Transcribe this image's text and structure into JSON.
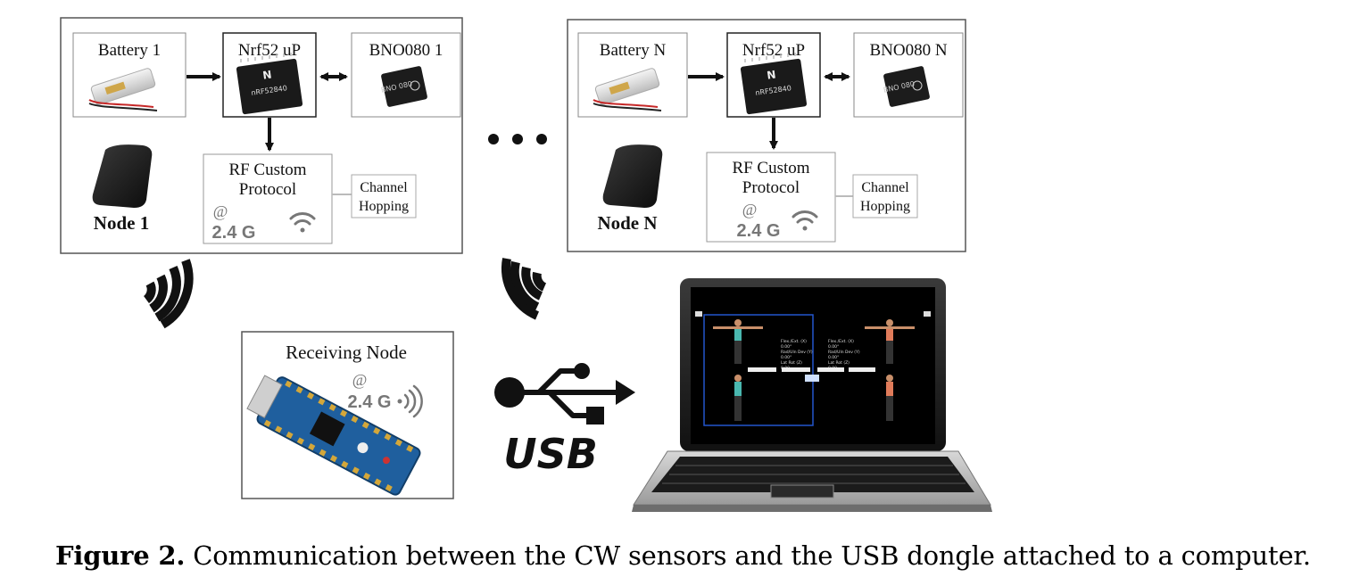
{
  "node1": {
    "battery_label": "Battery 1",
    "mcu_label": "Nrf52 uP",
    "sensor_label": "BNO080 1",
    "rf_line1": "RF Custom",
    "rf_line2": "Protocol",
    "rf_at": "@",
    "rf_freq": "2.4 G",
    "channel_line1": "Channel",
    "channel_line2": "Hopping",
    "node_label": "Node 1",
    "chip_text": "nRF52840",
    "sensor_chip_text": "BNO 080"
  },
  "nodeN": {
    "battery_label": "Battery N",
    "mcu_label": "Nrf52 uP",
    "sensor_label": "BNO080 N",
    "rf_line1": "RF Custom",
    "rf_line2": "Protocol",
    "rf_at": "@",
    "rf_freq": "2.4 G",
    "channel_line1": "Channel",
    "channel_line2": "Hopping",
    "node_label": "Node N",
    "chip_text": "nRF52840",
    "sensor_chip_text": "BNO 080"
  },
  "receiver": {
    "label": "Receiving Node",
    "at": "@",
    "freq": "2.4 G"
  },
  "usb": {
    "label": "USB"
  },
  "laptop": {
    "left_readout": [
      "Flex./Ext. (X)",
      "0.00°",
      "Rad/Uln Dev (Y)",
      "0.00°",
      "Lat Rot (Z)",
      "0.00"
    ],
    "right_readout": [
      "Flex./Ext. (X)",
      "0.00°",
      "Rad/Uln Dev (Y)",
      "0.00°",
      "Lat Rot (Z)",
      "0.00"
    ]
  },
  "caption": {
    "label": "Figure 2.",
    "text": " Communication between the CW sensors and the USB dongle attached to a computer."
  },
  "colors": {
    "box_border": "#555555",
    "arrow": "#111111",
    "screen_bg": "#000000",
    "screen_frame": "#2255cc",
    "pcb": "#1f5f9e"
  }
}
